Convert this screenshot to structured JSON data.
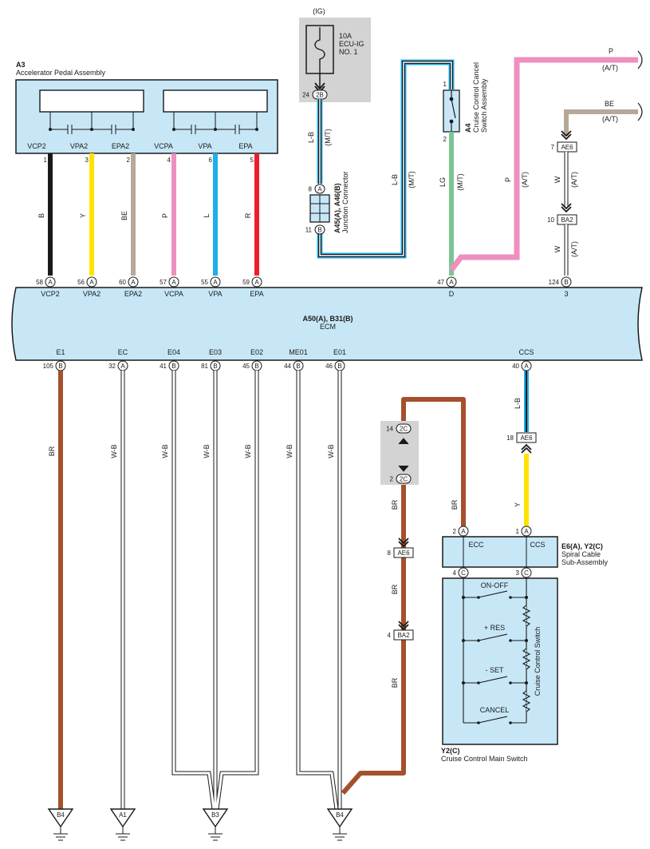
{
  "colors": {
    "panel": "#c7e7f7",
    "fuse_box": "#d3d3d3",
    "wire_black": "#1a1a1a",
    "wire_yellow": "#ffe300",
    "wire_beige": "#b7a899",
    "wire_pink": "#ef8fbf",
    "wire_blue": "#1db0ea",
    "wire_red": "#ee1d2c",
    "wire_green": "#7cc596",
    "wire_brown": "#a5502c",
    "wire_white": "#ffffff"
  },
  "fuse": {
    "tag": "(IG)",
    "line1": "10A",
    "line2": "ECU-IG",
    "line3": "NO. 1",
    "pin_num": "24",
    "pin_code": "2B"
  },
  "pedal": {
    "code": "A3",
    "name": "Accelerator Pedal Assembly",
    "terminals": [
      {
        "label": "VCP2",
        "pin": "1",
        "color_code": "B"
      },
      {
        "label": "VPA2",
        "pin": "3",
        "color_code": "Y"
      },
      {
        "label": "EPA2",
        "pin": "2",
        "color_code": "BE"
      },
      {
        "label": "VCPA",
        "pin": "4",
        "color_code": "P"
      },
      {
        "label": "VPA",
        "pin": "6",
        "color_code": "L"
      },
      {
        "label": "EPA",
        "pin": "5",
        "color_code": "R"
      }
    ]
  },
  "junction": {
    "code": "A45(A), A46(B)",
    "name": "Junction Connector",
    "top_pin": "8",
    "top_code": "A",
    "bottom_pin": "11",
    "bottom_code": "B"
  },
  "cancel_switch": {
    "code": "A4",
    "name1": "Cruise Control Cancel",
    "name2": "Switch Assembly",
    "pin_top": "1",
    "pin_bottom": "2"
  },
  "wire_labels": {
    "lb": "L-B",
    "mt": "(M/T)",
    "at": "(A/T)",
    "lg": "LG",
    "p": "P",
    "be": "BE",
    "w": "W",
    "br": "BR",
    "wb": "W-B",
    "y": "Y"
  },
  "connectors": {
    "ae6": "AE6",
    "ba2": "BA2",
    "c2c": "2C",
    "ae6_top_pin": "7",
    "ba2_top_pin": "10",
    "ae6_ccs_pin": "18",
    "c2c_top_pin": "14",
    "c2c_bottom_pin": "2",
    "ae6_br_pin": "8",
    "ba2_br_pin": "4"
  },
  "ecm": {
    "code": "A50(A), B31(B)",
    "name": "ECM",
    "top_pins": [
      {
        "num": "58",
        "code": "A",
        "label": "VCP2"
      },
      {
        "num": "56",
        "code": "A",
        "label": "VPA2"
      },
      {
        "num": "60",
        "code": "A",
        "label": "EPA2"
      },
      {
        "num": "57",
        "code": "A",
        "label": "VCPA"
      },
      {
        "num": "55",
        "code": "A",
        "label": "VPA"
      },
      {
        "num": "59",
        "code": "A",
        "label": "EPA"
      },
      {
        "num": "47",
        "code": "A",
        "label": "D"
      },
      {
        "num": "124",
        "code": "B",
        "label": "3"
      }
    ],
    "bottom_pins": [
      {
        "num": "105",
        "code": "B",
        "label": "E1"
      },
      {
        "num": "32",
        "code": "A",
        "label": "EC"
      },
      {
        "num": "41",
        "code": "B",
        "label": "E04"
      },
      {
        "num": "81",
        "code": "B",
        "label": "E03"
      },
      {
        "num": "45",
        "code": "B",
        "label": "E02"
      },
      {
        "num": "44",
        "code": "B",
        "label": "ME01"
      },
      {
        "num": "46",
        "code": "B",
        "label": "E01"
      },
      {
        "num": "40",
        "code": "A",
        "label": "CCS"
      }
    ]
  },
  "spiral": {
    "code": "E6(A), Y2(C)",
    "name1": "Spiral Cable",
    "name2": "Sub-Assembly",
    "ecc": "ECC",
    "ccs": "CCS",
    "pin_ecc": "2",
    "pin_ecc_code": "A",
    "pin_ccs": "1",
    "pin_ccs_code": "A",
    "pin_low_left": "4",
    "pin_low_left_code": "C",
    "pin_low_right": "3",
    "pin_low_right_code": "C"
  },
  "main_switch": {
    "code": "Y2(C)",
    "name": "Cruise Control Main Switch",
    "side_label": "Cruise Control Switch",
    "switches": [
      "ON-OFF",
      "+ RES",
      "- SET",
      "CANCEL"
    ]
  },
  "grounds": [
    "B4",
    "A1",
    "B3",
    "B4"
  ]
}
